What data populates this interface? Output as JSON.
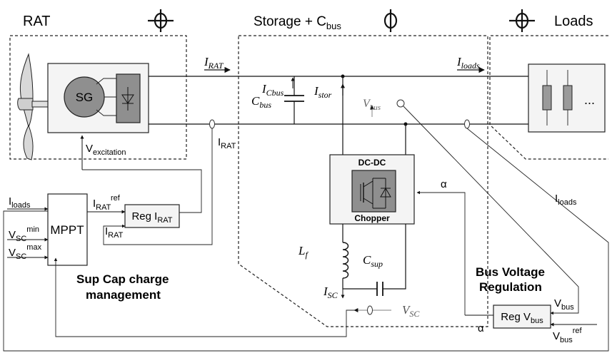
{
  "sections": {
    "rat": "RAT",
    "storage": "Storage + C",
    "storage_sub": "bus",
    "loads": "Loads"
  },
  "components": {
    "generator": "SG",
    "mppt": "MPPT",
    "reg_irat_main": "Reg I",
    "reg_irat_sub": "RAT",
    "converter_top": "DC-DC",
    "converter_bottom": "Chopper",
    "reg_vbus_main": "Reg V",
    "reg_vbus_sub": "bus",
    "load_more": "..."
  },
  "signals": {
    "i_rat_main": "I",
    "i_rat_sub": "RAT",
    "i_loads_main": "I",
    "i_loads_sub": "loads",
    "i_cbus_main": "I",
    "i_cbus_sub": "Cbus",
    "c_bus_main": "C",
    "c_bus_sub": "bus",
    "i_stor_main": "I",
    "i_stor_sub": "stor",
    "v_bus_main": "V",
    "v_bus_sub": "bus",
    "v_excitation_main": "V",
    "v_excitation_sub": "excitation",
    "i_rat_meas_main": "I",
    "i_rat_meas_sub": "RAT",
    "i_loads_meas_main": "I",
    "i_loads_meas_sub": "loads",
    "alpha": "α",
    "l_f_main": "L",
    "l_f_sub": "f",
    "c_sup_main": "C",
    "c_sup_sub": "sup",
    "i_sc_main": "I",
    "i_sc_sub": "SC",
    "v_sc_main": "V",
    "v_sc_sub": "SC"
  },
  "inputs": {
    "mppt_loads_main": "I",
    "mppt_loads_sub": "loads",
    "vsc_min_main": "V",
    "vsc_min_sub": "SC",
    "vsc_min_sup": "min",
    "vsc_max_main": "V",
    "vsc_max_sub": "SC",
    "vsc_max_sup": "max",
    "irat_ref_main": "I",
    "irat_ref_sub": "RAT",
    "irat_ref_sup": "ref",
    "reg_irat_fb_main": "I",
    "reg_irat_fb_sub": "RAT",
    "vbus_in_main": "V",
    "vbus_in_sub": "bus",
    "vbus_ref_main": "V",
    "vbus_ref_sub": "bus",
    "vbus_ref_sup": "ref"
  },
  "annotations": {
    "supcap_line1": "Sup Cap charge",
    "supcap_line2": "management",
    "busreg_line1": "Bus Voltage",
    "busreg_line2": "Regulation"
  }
}
